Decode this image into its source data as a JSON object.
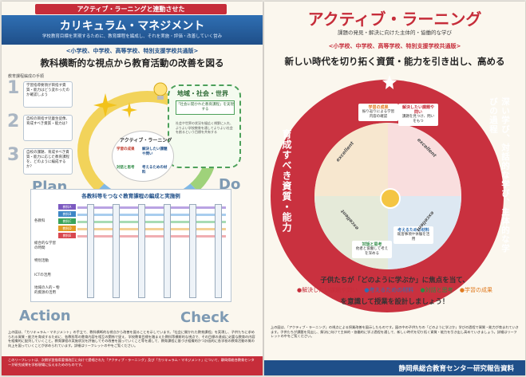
{
  "left": {
    "pill": "アクティブ・ラーニングと連動させた",
    "title": "カリキュラム・マネジメント",
    "subtitle": "学校教育目標を実現するために、教育課程を編成し、それを実施・評価・改善していく営み",
    "schools": "<小学校、中学校、高等学校、特別支援学校共通版>",
    "heading": "教科横断的な視点から教育活動の改善を図る",
    "process_label": "教育課程編成の手順",
    "steps": [
      {
        "num": "1",
        "text": "学習指導要領が目指す資質・能力はどう変わったのか確認しよう"
      },
      {
        "num": "2",
        "text": "自校の目指す児童生徒像、育成すべき資質・能力は？"
      },
      {
        "num": "3",
        "text": "自校の課題、育成すべき資質・能力に応じた教育課程を、どのように編成するか？"
      }
    ],
    "region_title": "地域・社会・世界",
    "region_sub": "「社会に開かれた教育課程」を実現する",
    "region_note": "社会や世界の状況を幅広く視野に入れ、よりよい学校教育を通してよりよい社会を創るという目標を共有する",
    "al_label": "アクティブ・ラーニング",
    "al_items": [
      "学習の成果",
      "解決したい課題や問い",
      "対話と思考",
      "考えるための材料"
    ],
    "cycle": {
      "plan": "Plan",
      "do": "Do",
      "check": "Check",
      "action": "Action"
    },
    "grid_title": "各教科等をつなぐ教育課程の編成と実施例",
    "grid_rows": [
      "各教科",
      "総合的な学習の時間",
      "特別活動",
      "ICTの活用",
      "地域の人的・物的資源の活用"
    ],
    "subjects": [
      "教科A",
      "教科B",
      "教科C",
      "教科D",
      "教科E"
    ],
    "body": "上の図は、「カリキュラム・マネジメント」の手立て、教科横断的な視点から改善を図ることを示しています。「社会に開かれた教育課程」を実現し、子供たちに求められる資質・能力を育成するために、各教科等の教育内容を相互の関係で捉え、学校教育目標を踏まえた教科等横断的な視点で、その目標の達成に必要な教育の内容を組織的に配列していくこと。教育課程の実施状況を評価してその改善を図っていくこと等を通して、教育課程に基づき組織的かつ計画的に各学校の教育活動の質の向上を図っていくことが求められています。詳細はリーフレットの中をご覧ください。",
    "footer": "このリーフレットは、次期学習指導要領改訂に向けて提唱された「アクティブ・ラーニング」及び「カリキュラム・マネジメント」について、静岡県総合教育センターが研究成果を学校現場に伝えるためのものです。"
  },
  "right": {
    "title": "アクティブ・ラーニング",
    "subtitle": "課題の発見・解決に向けた主体的・協働的な学び",
    "schools": "<小学校、中学校、高等学校、特別支援学校共通版>",
    "heading": "新しい時代を切り拓く資質・能力を引き出し、高める",
    "ring_left": "育成すべき資質・能力",
    "ring_right": "深い学び、対話的な学び、主体的な学びの過程",
    "quadrants": [
      {
        "title": "学習の成果",
        "text": "振り返りによる学習内容の確認"
      },
      {
        "title": "解決したい課題や問い",
        "text": "課題を見つけ、問いをもつ"
      },
      {
        "title": "考えるための材料",
        "text": "既習事項や体験を活用"
      },
      {
        "title": "対話と思考",
        "text": "他者と協働して考えを深める"
      }
    ],
    "excellent": "excellent",
    "caption1": "子供たちが「どのように学ぶか」に焦点を当て、",
    "legend": [
      {
        "label": "●解決したい課題や問い",
        "color": "#c62d3a"
      },
      {
        "label": "●考えるための材料",
        "color": "#2f6fb3"
      },
      {
        "label": "●対話と思考",
        "color": "#2d8a44"
      },
      {
        "label": "●学習の成果",
        "color": "#e07a1f"
      }
    ],
    "caption2": "を意識して授業を設計しましょう！",
    "body": "上の図は、「アクティブ・ラーニング」の視点による授業改善を図示したものです。図の中の子供たちの「どのように学ぶか」学びの過程で資質・能力が育まれていきます。子供たちが課題を見出し、解決に向けて主体的・協働的に学ぶ過程を通して、新しい時代を切り拓く資質・能力を引き出し高めていきましょう。詳細はリーフレットの中をご覧ください。",
    "footer": "静岡県総合教育センター研究報告資料"
  },
  "colors": {
    "red": "#c62d3a",
    "blue": "#1f4f89",
    "ring": "#c9313f"
  }
}
